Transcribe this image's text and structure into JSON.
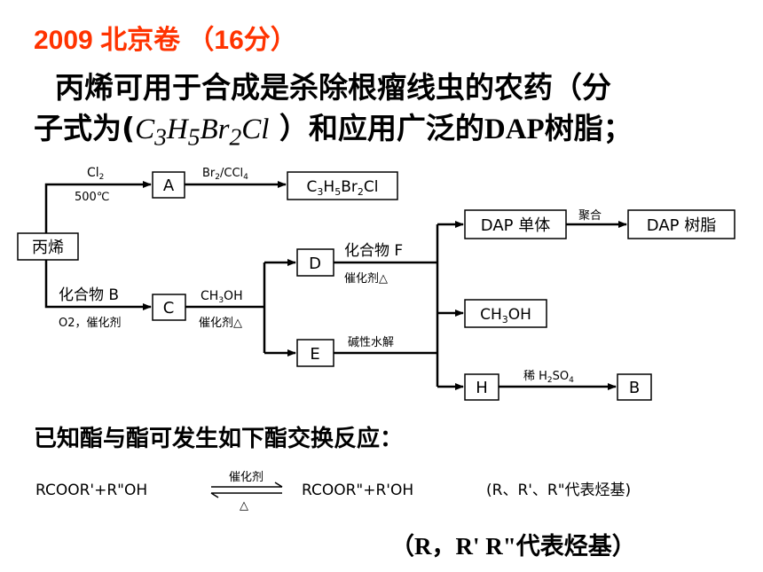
{
  "header": {
    "title": "2009 北京卷 （16分）"
  },
  "intro": {
    "line1": "丙烯可用于合成是杀除根瘤线虫的农药（分",
    "line2_prefix": "子式为(",
    "formula": "C3H5Br2Cl",
    "line2_suffix": " ）和应用广泛的",
    "dap": "DAP",
    "line2_end": "树脂；"
  },
  "diagram": {
    "nodes": {
      "propene": "丙烯",
      "A": "A",
      "product1": "C3H5Br2Cl",
      "C": "C",
      "D": "D",
      "E": "E",
      "dap_monomer": "DAP 单体",
      "dap_resin": "DAP 树脂",
      "methanol": "CH3OH",
      "H": "H",
      "B": "B"
    },
    "edges": {
      "cl2": "Cl2",
      "t500": "500℃",
      "br2_ccl4": "Br2/CCl4",
      "compound_b": "化合物 B",
      "o2_cat": "O2，催化剂",
      "ch3oh": "CH3OH",
      "cat_heat1": "催化剂△",
      "compound_f": "化合物 F",
      "cat_heat2": "催化剂△",
      "polymerize": "聚合",
      "alkaline_hydrolysis": "碱性水解",
      "dilute_h2so4": "稀 H2SO4"
    }
  },
  "known": {
    "text": "已知酯与酯可发生如下酯交换反应："
  },
  "reaction": {
    "reactants": "RCOOR'+R\"OH",
    "catalyst": "催化剂",
    "heat": "△",
    "products": "RCOOR\"+R'OH",
    "note": "(R、R'、R\"代表烃基)"
  },
  "footnote": {
    "prefix": "（",
    "rs": "R，R' R\"",
    "suffix": "代表烃基）"
  }
}
